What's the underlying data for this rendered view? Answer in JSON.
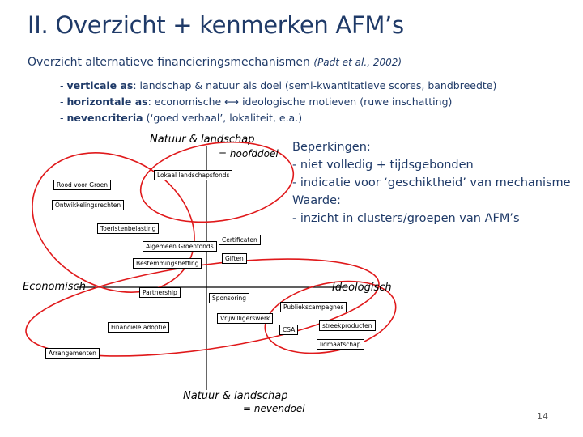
{
  "slide": {
    "title": "II. Overzicht + kenmerken AFM’s",
    "subtitle": "Overzicht alternatieve financieringsmechanismen",
    "citation": "(Padt et al., 2002)",
    "bullets": [
      {
        "prefix": "- ",
        "bold": "verticale as",
        "rest": ": landschap & natuur als doel (semi-kwantitatieve scores, bandbreedte)"
      },
      {
        "prefix": "- ",
        "bold": "horizontale as",
        "rest": ": economische ⟷ ideologische motieven (ruwe inschatting)"
      },
      {
        "prefix": "- ",
        "bold": "nevencriteria",
        "rest": " (‘goed verhaal’, lokaliteit, e.a.)"
      }
    ],
    "limits": [
      "Beperkingen:",
      "- niet volledig + tijdsgebonden",
      "- indicatie voor ‘geschiktheid’ van mechanisme",
      "Waarde:",
      "- inzicht in clusters/groepen van AFM’s"
    ],
    "page_number": "14"
  },
  "diagram": {
    "axis_top": "Natuur & landschap",
    "axis_top_sub": "= hoofddoel",
    "axis_bottom": "Natuur & landschap",
    "axis_bottom_sub": "= nevendoel",
    "axis_left": "Economisch",
    "axis_right": "Ideologisch",
    "boxes": {
      "lokaal_landschapsfonds": "Lokaal landschapsfonds",
      "rood_voor_groen": "Rood voor Groen",
      "ontwikkelingsrechten": "Ontwikkelingsrechten",
      "toeristenbelasting": "Toeristenbelasting",
      "certificaten": "Certificaten",
      "algemeen_groenfonds": "Algemeen Groenfonds",
      "giften": "Giften",
      "bestemmingsheffing": "Bestemmingsheffing",
      "partnership": "Partnership",
      "sponsoring": "Sponsoring",
      "publiekscampagnes": "Publiekscampagnes",
      "vrijwilligerswerk": "Vrijwilligerswerk",
      "financiele_adoptie": "Financiële adoptie",
      "csa": "CSA",
      "streekproducten": "streekproducten",
      "lidmaatschap": "lidmaatschap",
      "arrangementen": "Arrangementen"
    },
    "ellipse_color": "#e0191b"
  }
}
